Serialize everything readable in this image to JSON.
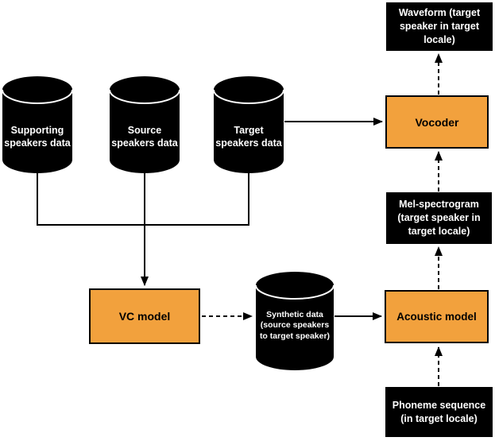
{
  "diagram": {
    "description": "Voice conversion based TTS pipeline flow diagram",
    "colors": {
      "data_node_fill": "#000000",
      "data_node_text": "#ffffff",
      "model_node_fill": "#F2A13D",
      "model_node_border": "#000000",
      "model_node_text": "#000000",
      "connector": "#000000",
      "background": "#ffffff"
    },
    "nodes": {
      "supporting": {
        "label": "Supporting speakers data",
        "shape": "cylinder"
      },
      "source": {
        "label": "Source speakers data",
        "shape": "cylinder"
      },
      "target": {
        "label": "Target speakers data",
        "shape": "cylinder"
      },
      "synthetic": {
        "label": "Synthetic data (source speakers to target speaker)",
        "shape": "cylinder"
      },
      "vc_model": {
        "label": "VC model",
        "shape": "rect-orange"
      },
      "vocoder": {
        "label": "Vocoder",
        "shape": "rect-orange"
      },
      "acoustic_model": {
        "label": "Acoustic model",
        "shape": "rect-orange"
      },
      "waveform": {
        "label": "Waveform (target speaker in target locale)",
        "shape": "rect-black"
      },
      "mel_spectrogram": {
        "label": "Mel-spectrogram (target speaker in target locale)",
        "shape": "rect-black"
      },
      "phoneme_sequence": {
        "label": "Phoneme sequence (in target locale)",
        "shape": "rect-black"
      }
    },
    "edges": [
      {
        "from": "target",
        "to": "vocoder",
        "style": "solid"
      },
      {
        "from": "supporting",
        "to": "vc_model",
        "style": "solid"
      },
      {
        "from": "source",
        "to": "vc_model",
        "style": "solid"
      },
      {
        "from": "target",
        "to": "vc_model",
        "style": "solid"
      },
      {
        "from": "vc_model",
        "to": "synthetic",
        "style": "dashed"
      },
      {
        "from": "synthetic",
        "to": "acoustic_model",
        "style": "solid"
      },
      {
        "from": "phoneme_sequence",
        "to": "acoustic_model",
        "style": "dashed"
      },
      {
        "from": "acoustic_model",
        "to": "mel_spectrogram",
        "style": "dashed"
      },
      {
        "from": "mel_spectrogram",
        "to": "vocoder",
        "style": "dashed"
      },
      {
        "from": "vocoder",
        "to": "waveform",
        "style": "dashed"
      }
    ]
  }
}
